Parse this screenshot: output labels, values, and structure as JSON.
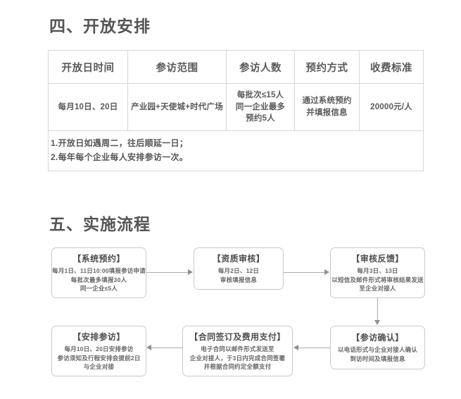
{
  "sections": {
    "open_arrangement": {
      "heading": "四、开放安排"
    },
    "implementation": {
      "heading": "五、实施流程"
    }
  },
  "table": {
    "headers": [
      "开放日时间",
      "参访范围",
      "参访人数",
      "预约方式",
      "收费标准"
    ],
    "row": {
      "open_time": "每月10日、20日",
      "scope": "产业园+天使城+时代广场",
      "people": [
        "每批次≤15人",
        "同一企业最多",
        "预约5人"
      ],
      "booking": [
        "通过系统预约",
        "并填报信息"
      ],
      "fee": "20000元/人"
    },
    "notes": [
      "1.开放日如遇周二，往后顺延一日；",
      "2.每年每个企业每人安排参访一次。"
    ]
  },
  "flow": {
    "boxes": [
      {
        "id": "reserve",
        "title": "【系统预约】",
        "lines": [
          "每月1日、11日10:00填报参访申请",
          "每批次最多填报30人",
          "同一企业≤5人"
        ]
      },
      {
        "id": "review",
        "title": "【资质审核】",
        "lines": [
          "每月2日、12日",
          "审核填报信息"
        ]
      },
      {
        "id": "feedback",
        "title": "【审核反馈】",
        "lines": [
          "每月3日、13日",
          "以短信及邮件形式将审核结果发送",
          "至企业对接人"
        ]
      },
      {
        "id": "confirm",
        "title": "【参访确认】",
        "lines": [
          "以电话形式与企业对接人确认",
          "到访时间及填报信息"
        ]
      },
      {
        "id": "contract",
        "title": "【合同签订及费用支付】",
        "lines": [
          "电子合同以邮件形式发送至",
          "企业对接人，于3日内完成合同签署",
          "并根据合同约定全额支付"
        ]
      },
      {
        "id": "arrange",
        "title": "【安排参访】",
        "lines": [
          "每月10日、20日安排参访",
          "参访须知及行程安排会提前2日",
          "与企业对接"
        ]
      }
    ]
  },
  "colors": {
    "text": "#4a4a4a",
    "heading": "#555555",
    "border": "#d7d7d7",
    "connector": "#a9a9a9",
    "background": "#ffffff"
  }
}
